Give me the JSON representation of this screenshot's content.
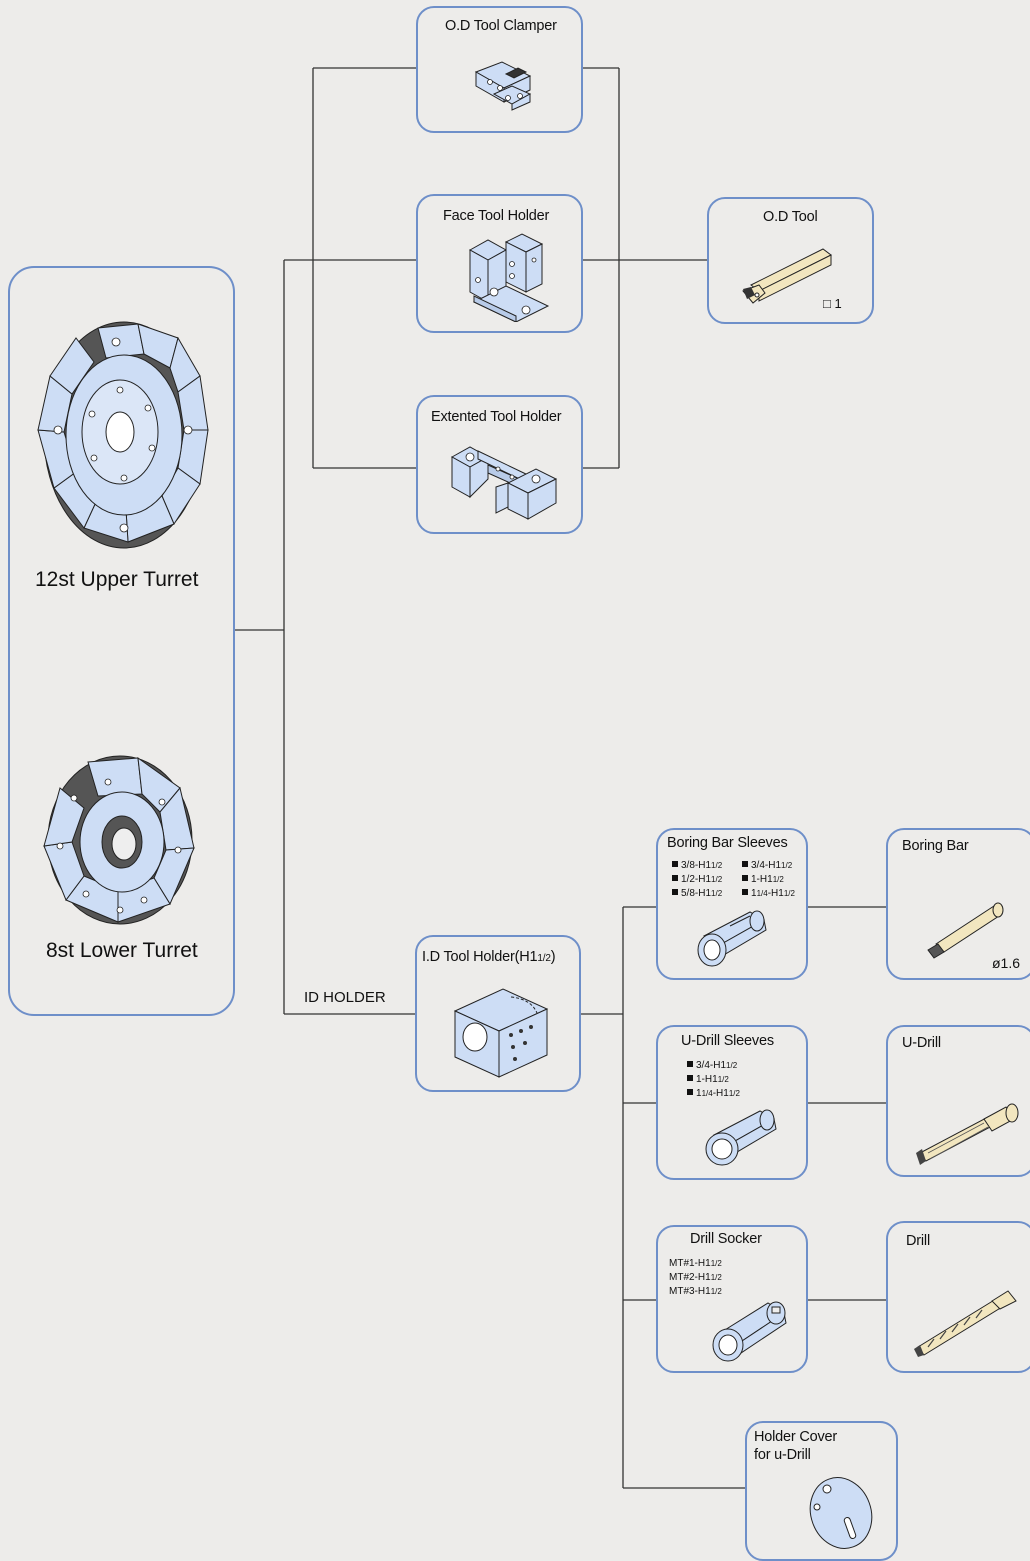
{
  "colors": {
    "border": "#6e8fc9",
    "part_fill": "#cdddf5",
    "tool_fill": "#f2e6bf",
    "line": "#333333"
  },
  "turret_panel": {
    "upper_label": "12st Upper Turret",
    "lower_label": "8st Lower Turret"
  },
  "id_holder_label": "ID HOLDER",
  "od_branch": {
    "clamper": {
      "title": "O.D Tool Clamper",
      "icon": "tool-clamper-icon"
    },
    "face_holder": {
      "title": "Face Tool Holder",
      "icon": "face-holder-icon"
    },
    "extended_holder": {
      "title": "Extented Tool Holder",
      "icon": "extended-holder-icon"
    },
    "od_tool": {
      "title": "O.D Tool",
      "spec": "□ 1",
      "icon": "od-tool-icon"
    }
  },
  "id_branch": {
    "id_holder": {
      "title_main": "I.D Tool Holder(H1",
      "title_sub": "1/2",
      "title_end": ")",
      "icon": "id-holder-icon"
    },
    "boring_sleeves": {
      "title": "Boring Bar Sleeves",
      "specs": [
        {
          "main": "3/8-H1",
          "sub": "1/2"
        },
        {
          "main": "3/4-H1",
          "sub": "1/2"
        },
        {
          "main": "1/2-H1",
          "sub": "1/2"
        },
        {
          "main": "1-H1",
          "sub": "1/2"
        },
        {
          "main": "5/8-H1",
          "sub": "1/2"
        },
        {
          "main": "1",
          "sub": "1/4",
          "tail": "-H1",
          "tailsub": "1/2"
        }
      ]
    },
    "boring_bar": {
      "title": "Boring Bar",
      "spec": "ø1.6",
      "icon": "boring-bar-icon"
    },
    "udrill_sleeves": {
      "title": "U-Drill Sleeves",
      "specs": [
        {
          "main": "3/4-H1",
          "sub": "1/2"
        },
        {
          "main": "1-H1",
          "sub": "1/2"
        },
        {
          "main": "1",
          "sub": "1/4",
          "tail": "-H1",
          "tailsub": "1/2"
        }
      ]
    },
    "udrill": {
      "title": "U-Drill",
      "icon": "u-drill-icon"
    },
    "drill_socket": {
      "title": "Drill Socker",
      "specs": [
        {
          "main": "MT#1-H1",
          "sub": "1/2"
        },
        {
          "main": "MT#2-H1",
          "sub": "1/2"
        },
        {
          "main": "MT#3-H1",
          "sub": "1/2"
        }
      ]
    },
    "drill": {
      "title": "Drill",
      "icon": "drill-icon"
    },
    "holder_cover": {
      "title_line1": "Holder Cover",
      "title_line2": "for u-Drill",
      "icon": "holder-cover-icon"
    }
  }
}
